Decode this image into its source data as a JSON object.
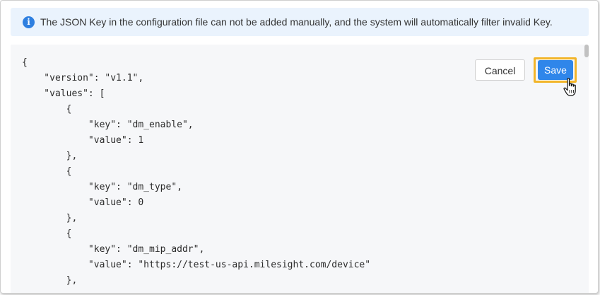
{
  "banner": {
    "icon": "info-icon",
    "icon_glyph": "i",
    "text": "The JSON Key in the configuration file can not be added manually, and the system will automatically filter invalid Key."
  },
  "buttons": {
    "cancel_label": "Cancel",
    "save_label": "Save"
  },
  "editor": {
    "lines": [
      "{",
      "    \"version\": \"v1.1\",",
      "    \"values\": [",
      "        {",
      "            \"key\": \"dm_enable\",",
      "            \"value\": 1",
      "        },",
      "        {",
      "            \"key\": \"dm_type\",",
      "            \"value\": 0",
      "        },",
      "        {",
      "            \"key\": \"dm_mip_addr\",",
      "            \"value\": \"https://test-us-api.milesight.com/device\"",
      "        },"
    ]
  },
  "colors": {
    "accent": "#2f86ea",
    "highlight": "#f2b52a",
    "banner_bg": "#eaf3fd",
    "editor_bg": "#f6f7f9"
  }
}
